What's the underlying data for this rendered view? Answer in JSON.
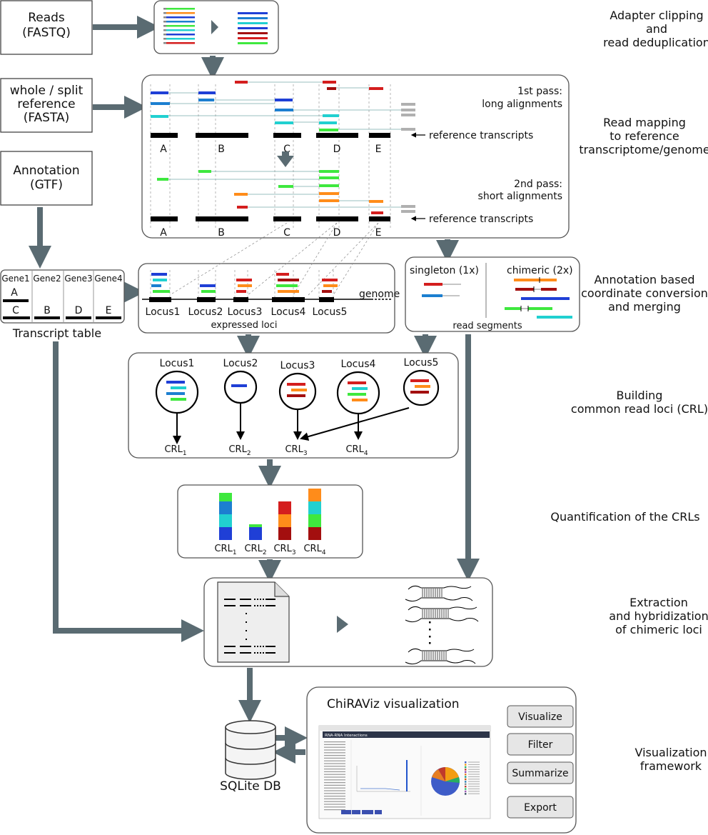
{
  "inputs": {
    "reads": [
      "Reads",
      "(FASTQ)"
    ],
    "reference": [
      "whole / split",
      "reference",
      "(FASTA)"
    ],
    "annotation": [
      "Annotation",
      "(GTF)"
    ]
  },
  "steps": {
    "adapter": [
      "Adapter clipping",
      "and",
      "read deduplication"
    ],
    "mapping": [
      "Read mapping",
      "to reference",
      "transcriptome/genome"
    ],
    "annotation_conv": [
      "Annotation based",
      "coordinate conversion",
      "and merging"
    ],
    "crl": [
      "Building",
      "common read loci (CRL)"
    ],
    "quant": [
      "Quantification of the CRLs"
    ],
    "extraction": [
      "Extraction",
      "and hybridization",
      "of chimeric loci"
    ],
    "viz": [
      "Visualization",
      "framework"
    ]
  },
  "mapping_panel": {
    "pass1": [
      "1st pass:",
      "long alignments"
    ],
    "pass2": [
      "2nd pass:",
      "short alignments"
    ],
    "ref_label": "reference transcripts",
    "transcripts": [
      "A",
      "B",
      "C",
      "D",
      "E"
    ]
  },
  "transcript_table": {
    "genes": [
      "Gene1",
      "Gene2",
      "Gene3",
      "Gene4"
    ],
    "row_top": [
      "A",
      "",
      "",
      ""
    ],
    "row_bottom": [
      "C",
      "B",
      "D",
      "E"
    ],
    "caption": "Transcript table"
  },
  "loci_panel": {
    "loci": [
      "Locus1",
      "Locus2",
      "Locus3",
      "Locus4",
      "Locus5"
    ],
    "genome": "genome",
    "caption": "expressed loci"
  },
  "segments_panel": {
    "singleton": "singleton (1x)",
    "chimeric": "chimeric (2x)",
    "caption": "read segments"
  },
  "crl_panel": {
    "loci": [
      "Locus1",
      "Locus2",
      "Locus3",
      "Locus4",
      "Locus5"
    ],
    "crls": [
      "1",
      "2",
      "3",
      "4"
    ],
    "crl_prefix": "CRL"
  },
  "db": {
    "label": "SQLite DB"
  },
  "chiraviz": {
    "title": "ChiRAViz visualization",
    "buttons": [
      "Visualize",
      "Filter",
      "Summarize",
      "Export"
    ],
    "screenshot_header": "RNA-RNA Interactions"
  },
  "colors": {
    "arrow": "#5a6b72",
    "blue": "#1f3fd6",
    "cyan": "#21d0d0",
    "green": "#3ee83e",
    "orange": "#ff8c1a",
    "red": "#d41e1e",
    "dark_red": "#a30f0f",
    "mid_blue": "#1c7fd0",
    "grey": "#b0b0b0"
  }
}
